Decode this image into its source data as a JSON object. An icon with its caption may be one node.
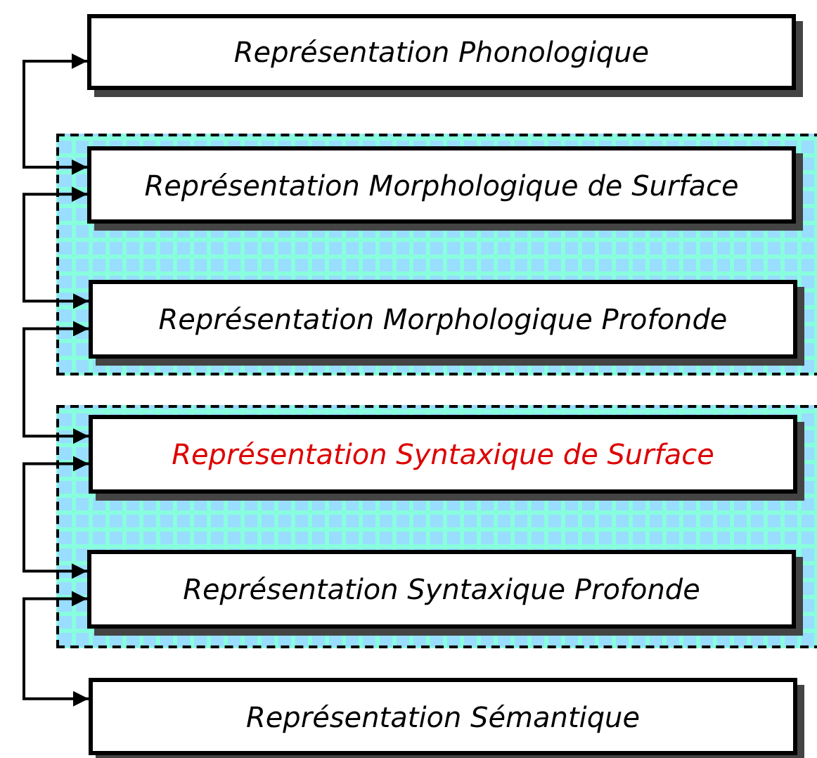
{
  "diagram": {
    "nodes": [
      {
        "text": [
          "Représentation Phonologique"
        ]
      },
      {
        "text": [],
        "shape": "box"
      },
      {
        "text": [
          "Représentation Morphologique de Surface"
        ],
        "in": 1
      },
      {
        "text": [
          "Représentation Morphologique Profonde"
        ],
        "in": 1
      },
      {
        "text": [],
        "shape": "box"
      },
      {
        "text": [
          "Représentation Syntaxique de Surface"
        ],
        "in": 4
      },
      {
        "text": [
          "Représentation Syntaxique Profonde"
        ],
        "in": 4
      },
      {
        "text": [
          "Représentation Sémantique"
        ]
      }
    ],
    "edges": [
      {
        "from": 2,
        "to": 0,
        "arrow": "both"
      },
      {
        "from": 3,
        "to": 2,
        "arrow": "both"
      },
      {
        "from": 5,
        "to": 3,
        "arrow": "both"
      },
      {
        "from": 6,
        "to": 5,
        "arrow": "both"
      },
      {
        "from": 7,
        "to": 6,
        "arrow": "both"
      }
    ]
  }
}
